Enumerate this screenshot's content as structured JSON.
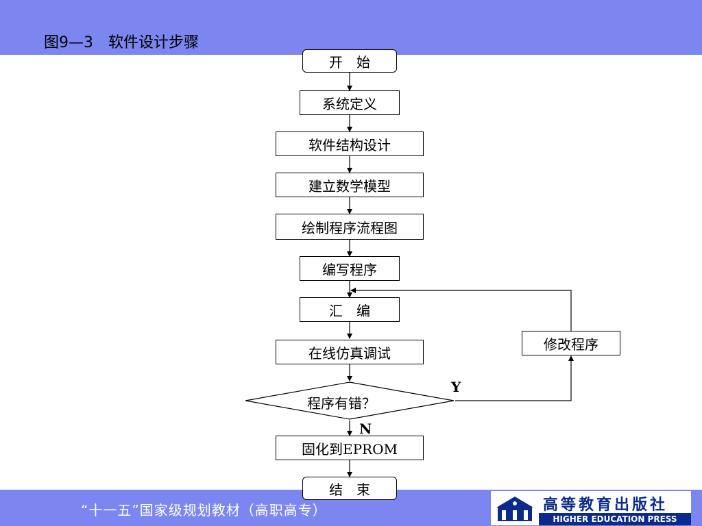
{
  "header": {
    "title": "图9—3　软件设计步骤"
  },
  "flowchart": {
    "start": "开　始",
    "step1": "系统定义",
    "step2": "软件结构设计",
    "step3": "建立数学模型",
    "step4": "绘制程序流程图",
    "step5": "编写程序",
    "step6": "汇　编",
    "step7": "在线仿真调试",
    "decision": "程序有错？",
    "yes_label": "Y",
    "no_label": "N",
    "modify": "修改程序",
    "step8": "固化到EPROM",
    "end": "结　束"
  },
  "footer": {
    "series": "“十一五”国家级规划教材（高职高专）",
    "press_cn": "高等教育出版社",
    "press_en": "HIGHER EDUCATION PRESS"
  },
  "colors": {
    "band": "#7b86f0",
    "press_blue": "#0a2b8c"
  }
}
